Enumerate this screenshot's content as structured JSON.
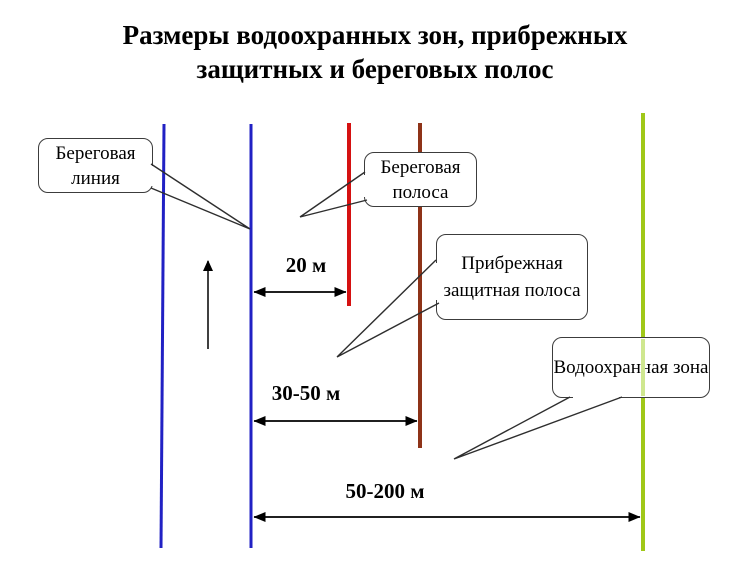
{
  "title": "Размеры водоохранных зон, прибрежных защитных и береговых полос",
  "colors": {
    "shoreline_blue": "#2121c4",
    "shore_strip_red": "#d51111",
    "protective_strip_brown": "#8e3318",
    "water_zone_green": "#a0c818",
    "water_zone_green_faded": "#cfe78f"
  },
  "callouts": {
    "shoreline": {
      "label": "Береговая линия"
    },
    "shore_strip": {
      "label": "Береговая полоса"
    },
    "protective_strip": {
      "label": "Прибрежная защитная полоса"
    },
    "water_zone": {
      "label": "Водоохранная зона"
    }
  },
  "measurements": {
    "shore_strip_width": "20 м",
    "protective_strip_width": "30-50 м",
    "water_zone_width": "50-200 м"
  }
}
